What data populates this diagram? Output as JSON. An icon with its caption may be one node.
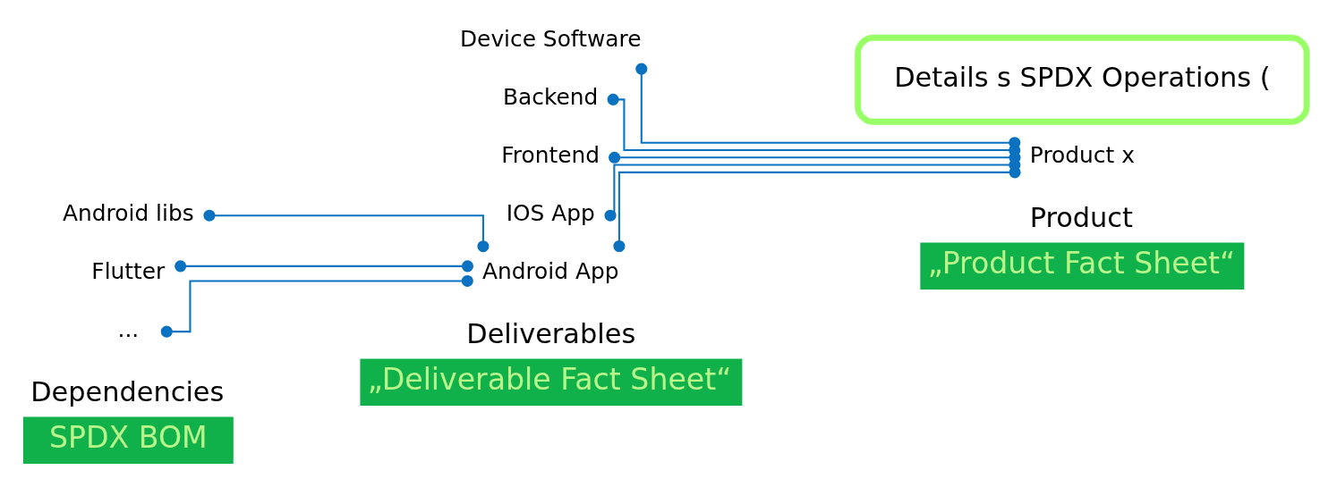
{
  "diagram": {
    "nodes": [
      {
        "text": [
          "Dependencies",
          "SPDX BOM"
        ]
      },
      {
        "text": [
          "Deliverables",
          "„Deliverable Fact Sheet“"
        ]
      },
      {
        "text": [
          "Product",
          "„Product Fact Sheet“"
        ]
      },
      {
        "text": [
          "Device Software"
        ]
      },
      {
        "text": [
          "Product x"
        ]
      },
      {
        "text": [
          "Backend"
        ]
      },
      {
        "text": [
          "Frontend"
        ]
      },
      {
        "text": [
          "IOS App"
        ]
      },
      {
        "text": [
          "Android libs"
        ]
      },
      {
        "text": [
          "Android App"
        ]
      },
      {
        "text": [
          "Flutter"
        ]
      },
      {
        "text": [
          "..."
        ]
      },
      {
        "text": [
          "Details s SPDX Operations ("
        ]
      }
    ],
    "edges": [
      {
        "from": 3,
        "to": 4,
        "arrow": "other"
      },
      {
        "from": 5,
        "to": 4,
        "arrow": "other"
      },
      {
        "from": 6,
        "to": 4,
        "arrow": "other"
      },
      {
        "from": 7,
        "to": 4,
        "arrow": "other"
      },
      {
        "from": 9,
        "to": 4,
        "arrow": "other"
      },
      {
        "from": 8,
        "to": 9,
        "arrow": "other"
      },
      {
        "from": 10,
        "to": 9,
        "arrow": "other"
      },
      {
        "from": 11,
        "to": 9,
        "arrow": "other"
      }
    ]
  }
}
